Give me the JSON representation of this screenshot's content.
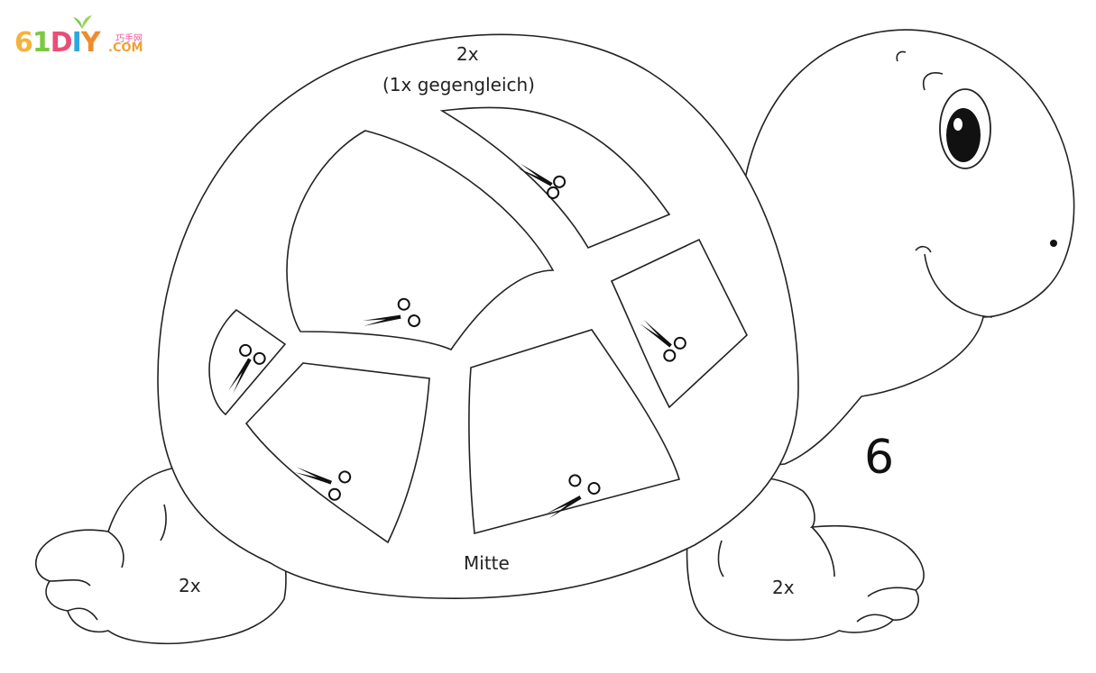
{
  "logo": {
    "brand_digits": [
      "6",
      "1",
      "D",
      "I",
      "Y"
    ],
    "brand_colors": [
      "#f5b23c",
      "#7ac943",
      "#e94e77",
      "#2fa7e0",
      "#f08b2e"
    ],
    "cn_text": "巧手网",
    "domain_text": ".COM"
  },
  "template": {
    "top_count": "2x",
    "top_note": "(1x gegengleich)",
    "center_label": "Mitte",
    "left_foot_count": "2x",
    "right_foot_count": "2x",
    "page_number": "6"
  },
  "icons": [
    "scissors-icon"
  ]
}
